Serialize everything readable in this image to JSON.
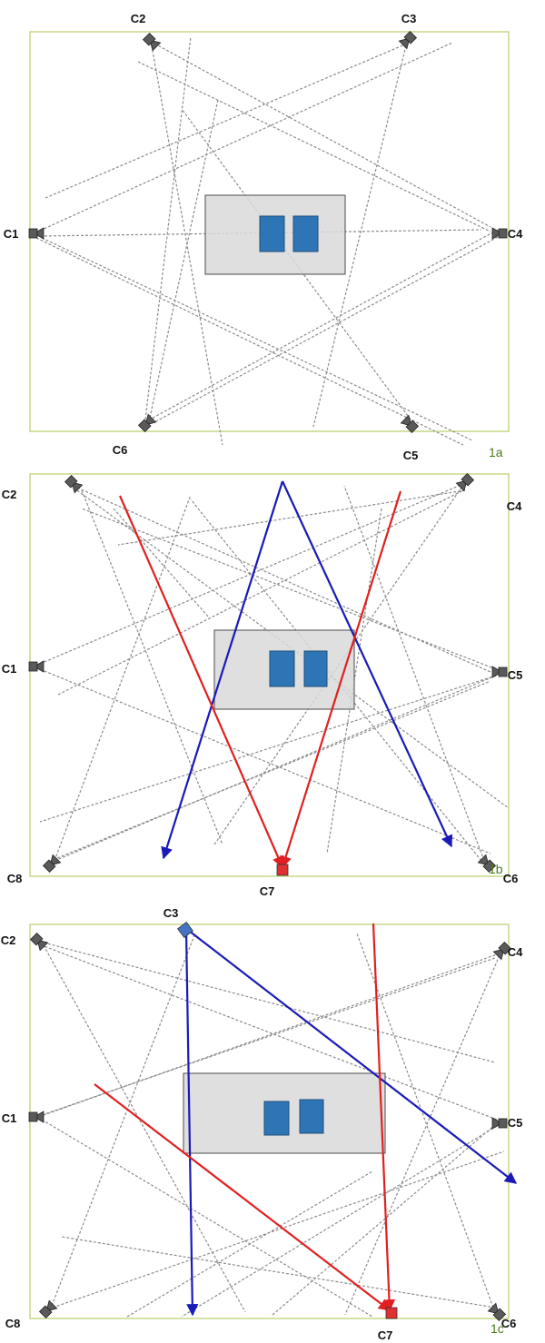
{
  "colors": {
    "border": "#c5d98a",
    "dashed": "#8c8c8c",
    "camera_fill": "#5a5a5a",
    "room_fill": "#d9d9d9",
    "room_stroke": "#666666",
    "window_fill": "#2e75b6",
    "red": "#e02020",
    "blue": "#1a1ab8",
    "label_green": "#4a7a1a",
    "blue_camera": "#4472c4",
    "red_camera": "#e03030"
  },
  "panels": [
    {
      "label": "1a",
      "cameras": [
        {
          "name": "C1",
          "color": "normal"
        },
        {
          "name": "C2",
          "color": "normal"
        },
        {
          "name": "C3",
          "color": "normal"
        },
        {
          "name": "C4",
          "color": "normal"
        },
        {
          "name": "C5",
          "color": "normal"
        },
        {
          "name": "C6",
          "color": "normal"
        }
      ]
    },
    {
      "label": "1b",
      "cameras": [
        {
          "name": "C1",
          "color": "normal"
        },
        {
          "name": "C2",
          "color": "normal"
        },
        {
          "name": "C4",
          "color": "normal"
        },
        {
          "name": "C5",
          "color": "normal"
        },
        {
          "name": "C6",
          "color": "normal"
        },
        {
          "name": "C7",
          "color": "red"
        },
        {
          "name": "C8",
          "color": "normal"
        }
      ]
    },
    {
      "label": "1c",
      "cameras": [
        {
          "name": "C1",
          "color": "normal"
        },
        {
          "name": "C2",
          "color": "normal"
        },
        {
          "name": "C3",
          "color": "blue"
        },
        {
          "name": "C4",
          "color": "normal"
        },
        {
          "name": "C5",
          "color": "normal"
        },
        {
          "name": "C6",
          "color": "normal"
        },
        {
          "name": "C7",
          "color": "red"
        },
        {
          "name": "C8",
          "color": "normal"
        }
      ]
    }
  ]
}
